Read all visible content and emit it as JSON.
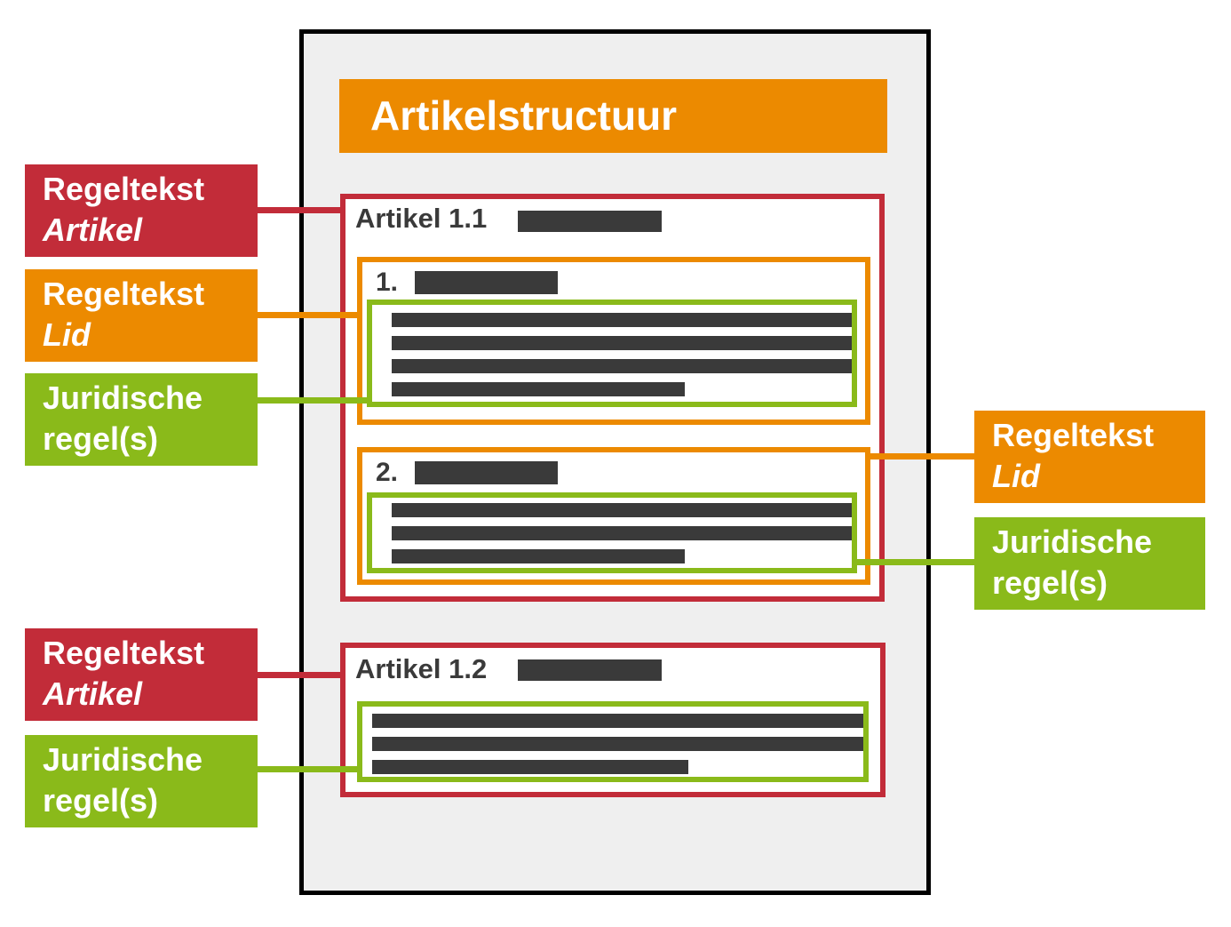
{
  "page": {
    "title": "Artikelstructuur",
    "article_1": {
      "heading": "Artikel 1.1",
      "lid_1_number": "1.",
      "lid_2_number": "2."
    },
    "article_2": {
      "heading": "Artikel 1.2"
    }
  },
  "labels": {
    "left_regeltekst_artikel_1": {
      "line1": "Regeltekst",
      "line2": "Artikel"
    },
    "left_regeltekst_lid": {
      "line1": "Regeltekst",
      "line2": "Lid"
    },
    "left_juridische_regels_1": {
      "line1": "Juridische",
      "line2": "regel(s)"
    },
    "left_regeltekst_artikel_2": {
      "line1": "Regeltekst",
      "line2": "Artikel"
    },
    "left_juridische_regels_2": {
      "line1": "Juridische",
      "line2": "regel(s)"
    },
    "right_regeltekst_lid": {
      "line1": "Regeltekst",
      "line2": "Lid"
    },
    "right_juridische_regels": {
      "line1": "Juridische",
      "line2": "regel(s)"
    }
  },
  "colors": {
    "red": "#c22c39",
    "orange": "#ec8a00",
    "green": "#8aba1a",
    "dark_bar": "#3a3a3a",
    "page_bg": "#efefef",
    "page_border": "#000000",
    "label_text": "#ffffff"
  },
  "redacted": {
    "article_1_heading_bar": {
      "width": 162,
      "height": 24
    },
    "lid_1_bar": {
      "width": 161,
      "height": 26
    },
    "lid_2_bar": {
      "width": 161,
      "height": 26
    },
    "article_2_heading_bar": {
      "width": 162,
      "height": 24
    },
    "juridische_block_lid_1": {
      "line_height": 16,
      "gap": 10,
      "pad_top": 9,
      "pad_left": 22,
      "widths": [
        518,
        518,
        518,
        330
      ]
    },
    "juridische_block_lid_2": {
      "line_height": 16,
      "gap": 10,
      "pad_top": 6,
      "pad_left": 22,
      "widths": [
        518,
        518,
        330
      ]
    },
    "juridische_block_article_2": {
      "line_height": 16,
      "gap": 10,
      "pad_top": 8,
      "pad_left": 11,
      "widths": [
        553,
        553,
        356
      ]
    }
  }
}
